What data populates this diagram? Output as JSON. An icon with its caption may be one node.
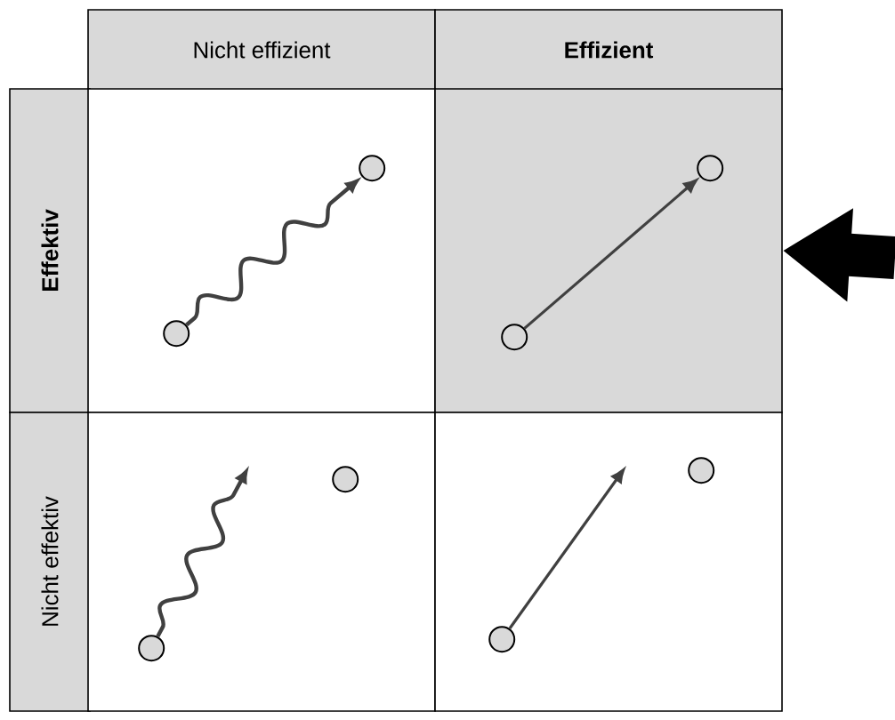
{
  "diagram": {
    "nodes": [
      {
        "text": [
          "Nicht effizient"
        ]
      },
      {
        "text": [
          "Effizient"
        ]
      },
      {
        "text": [
          "Effektiv"
        ]
      },
      {
        "text": [],
        "shape": "box"
      },
      {
        "text": [],
        "shape": "box"
      },
      {
        "text": [
          "Nicht effektiv"
        ]
      },
      {
        "text": [],
        "shape": "box"
      },
      {
        "text": [],
        "shape": "box"
      },
      {
        "text": [],
        "shape": "circle",
        "in": 3
      },
      {
        "text": [],
        "shape": "circle",
        "in": 3
      },
      {
        "text": [],
        "shape": "circle",
        "in": 4
      },
      {
        "text": [],
        "shape": "circle",
        "in": 4
      },
      {
        "text": [],
        "shape": "circle",
        "in": 6
      },
      {
        "text": [],
        "shape": "circle",
        "in": 6
      },
      {
        "text": [],
        "shape": "circle",
        "in": 7
      },
      {
        "text": [],
        "shape": "circle",
        "in": 7
      }
    ],
    "edges": [
      {
        "from": 8,
        "to": 9,
        "arrow": "to"
      },
      {
        "from": 10,
        "to": 11,
        "arrow": "to"
      },
      {
        "from": 12,
        "to": null,
        "arrow": "to"
      },
      {
        "from": 14,
        "to": null,
        "arrow": "to"
      },
      {
        "from": null,
        "to": 4,
        "arrow": "to",
        "style": "thick",
        "color": "#000000"
      }
    ]
  }
}
